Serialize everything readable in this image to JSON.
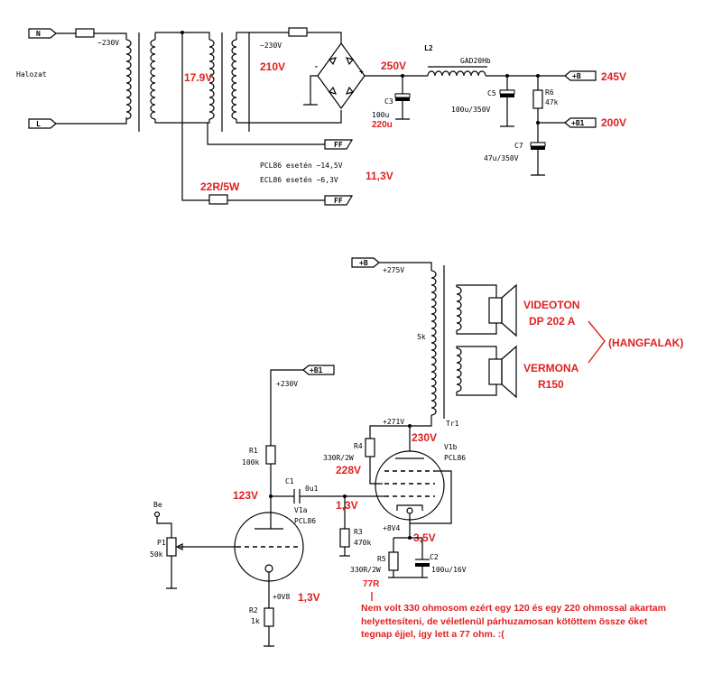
{
  "power": {
    "tag_n": "N",
    "tag_l": "L",
    "mains": "Halozat",
    "v230_primary": "~230V",
    "v230_secondary": "~230V",
    "v_heater_red": "17.9V",
    "v_sec_red": "210V",
    "v_rect_red": "250V",
    "l2_name": "L2",
    "l2_value": "GAD20Hb",
    "c3_name": "C3",
    "c3_value": "100u",
    "c3_red": "220u",
    "c5_label": "C5",
    "c5_value": "100u/350V",
    "r6_name": "R6",
    "r6_value": "47k",
    "c7_name": "C7",
    "c7_value": "47u/350V",
    "out_b": "+B",
    "out_b1": "+B1",
    "v245_red": "245V",
    "v200_red": "200V",
    "ff_tag1": "FF",
    "ff_tag2": "FF",
    "pcl86_note": "PCL86 esetén ~14,5V",
    "ecl86_note": "ECL86 esetén ~6,3V",
    "v113_red": "11,3V",
    "r22_red": "22R/5W",
    "plus": "+",
    "minus": "-"
  },
  "amp": {
    "b_tag": "+B",
    "v275": "+275V",
    "k5": "5k",
    "tr1": "Tr1",
    "videoton": "VIDEOTON",
    "dp202": "DP 202 A",
    "hangfalak": "(HANGFALAK)",
    "vermona": "VERMONA",
    "r150": "R150",
    "b1_tag": "+B1",
    "v230": "+230V",
    "r1_name": "R1",
    "r1_value": "100k",
    "v123_red": "123V",
    "c1_name": "C1",
    "c1_value": "0u1",
    "v1a_name": "V1a",
    "v1a_type": "PCL86",
    "be_label": "Be",
    "p1_name": "P1",
    "p1_value": "50k",
    "r2_name": "R2",
    "r2_value": "1k",
    "v0v8": "+0V8",
    "v13_red_a": "1,3V",
    "v271": "+271V",
    "v230_red": "230V",
    "r4_name": "R4",
    "r4_value": "330R/2W",
    "v228_red": "228V",
    "v1b_name": "V1b",
    "v1b_type": "PCL86",
    "v13_red_b": "1,3V",
    "r3_name": "R3",
    "r3_value": "470k",
    "v8v4": "+8V4",
    "v35_red": "3,5V",
    "r5_name": "R5",
    "r5_value": "330R/2W",
    "c2_name": "C2",
    "c2_value": "100u/16V",
    "r77_red": "77R",
    "note_line1": "Nem volt 330 ohmosom ezért egy 120 és egy 220 ohmossal akartam",
    "note_line2": "helyettesíteni, de véletlenül párhuzamosan kötöttem össze őket",
    "note_line3": "tegnap éjjel, így lett a 77 ohm. :("
  }
}
